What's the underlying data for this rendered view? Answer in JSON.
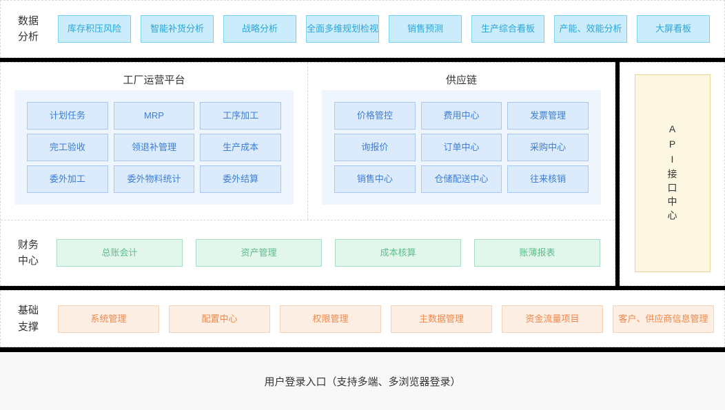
{
  "data_analysis": {
    "label_lines": [
      "数据",
      "分析"
    ],
    "items": [
      "库存积压风险",
      "智能补货分析",
      "战略分析",
      "全面多维规划检视",
      "销售预测",
      "生产综合看板",
      "产能、效能分析",
      "大屏看板"
    ]
  },
  "factory": {
    "title": "工厂运营平台",
    "items": [
      "计划任务",
      "MRP",
      "工序加工",
      "完工验收",
      "领退补管理",
      "生产成本",
      "委外加工",
      "委外物料统计",
      "委外结算"
    ]
  },
  "supply_chain": {
    "title": "供应链",
    "items": [
      "价格管控",
      "费用中心",
      "发票管理",
      "询报价",
      "订单中心",
      "采购中心",
      "销售中心",
      "仓储配送中心",
      "往来核销"
    ]
  },
  "api": {
    "title": "API接口中心"
  },
  "finance": {
    "label_lines": [
      "财务",
      "中心"
    ],
    "items": [
      "总账会计",
      "资产管理",
      "成本核算",
      "账薄报表"
    ]
  },
  "support": {
    "label_lines": [
      "基础",
      "支撑"
    ],
    "items": [
      "系统管理",
      "配置中心",
      "权限管理",
      "主数据管理",
      "资金流量项目",
      "客户、供应商信息管理"
    ]
  },
  "login": {
    "text": "用户登录入口（支持多端、多浏览器登录）"
  },
  "colors": {
    "analysis_fill": "#cbedfb",
    "analysis_border": "#79d1f2",
    "analysis_text": "#2aa5da",
    "module_fill": "#dcebfb",
    "module_border": "#aac7ef",
    "module_text": "#3d7ed6",
    "panel_bg": "#eff5fd",
    "api_fill": "#fdf7e1",
    "api_border": "#eed494",
    "finance_fill": "#e3f6eb",
    "finance_border": "#a5dcc2",
    "finance_text": "#5cbe8c",
    "support_fill": "#fdeee3",
    "support_border": "#f6d4b6",
    "support_text": "#f0884c",
    "section_divider": "#000000",
    "dashed_border": "#d9d9d9",
    "login_bg": "#f8f8f8"
  }
}
